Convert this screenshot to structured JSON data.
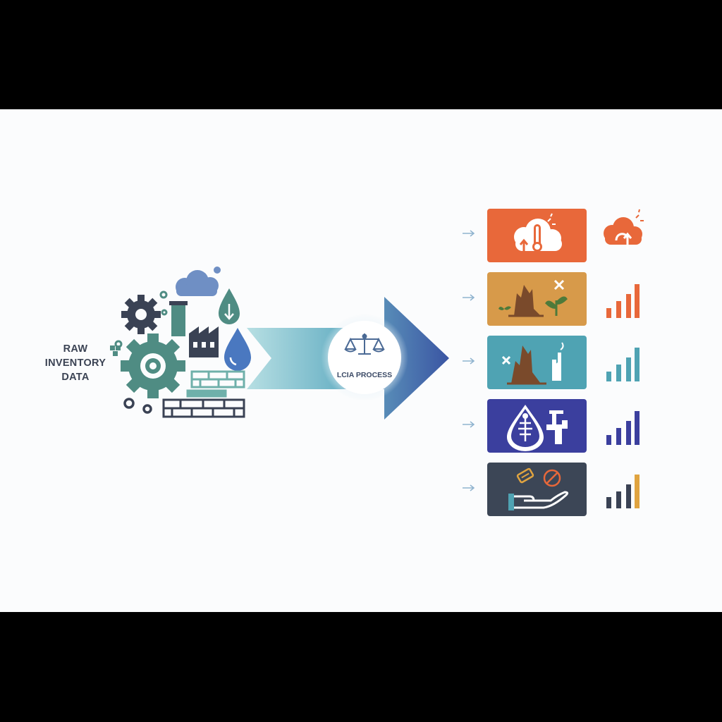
{
  "input": {
    "label_lines": [
      "RAW",
      "INVENTORY",
      "DATA"
    ]
  },
  "process": {
    "label": "LCIA PROCESS"
  },
  "colors": {
    "climate": "#e8683a",
    "land_use": "#d79a4a",
    "ecosystem": "#4fa3b3",
    "water": "#3b3f9e",
    "resources": "#3c4656",
    "arrow_light": "#a9d5dd",
    "arrow_dark": "#3f5aa6",
    "gear_green": "#4f8c83",
    "gear_dark": "#3a4254"
  },
  "outputs": [
    {
      "name": "climate-change",
      "icon": "cloud-thermometer-icon",
      "side_icon": "cloud-rising-arrow-icon"
    },
    {
      "name": "land-use",
      "icon": "tree-stump-sapling-icon",
      "side_icon": "bar-chart-icon",
      "bar_color": "#e8683a"
    },
    {
      "name": "ecosystem-damage",
      "icon": "stump-factory-icon",
      "side_icon": "bar-chart-icon",
      "bar_color": "#4fa3b3"
    },
    {
      "name": "water-pollution",
      "icon": "water-drop-fish-bone-icon",
      "side_icon": "bar-chart-icon",
      "bar_color": "#3b3f9e"
    },
    {
      "name": "resource-depletion",
      "icon": "hand-resources-icon",
      "side_icon": "bar-chart-icon",
      "bar_color": "#e0a440"
    }
  ]
}
